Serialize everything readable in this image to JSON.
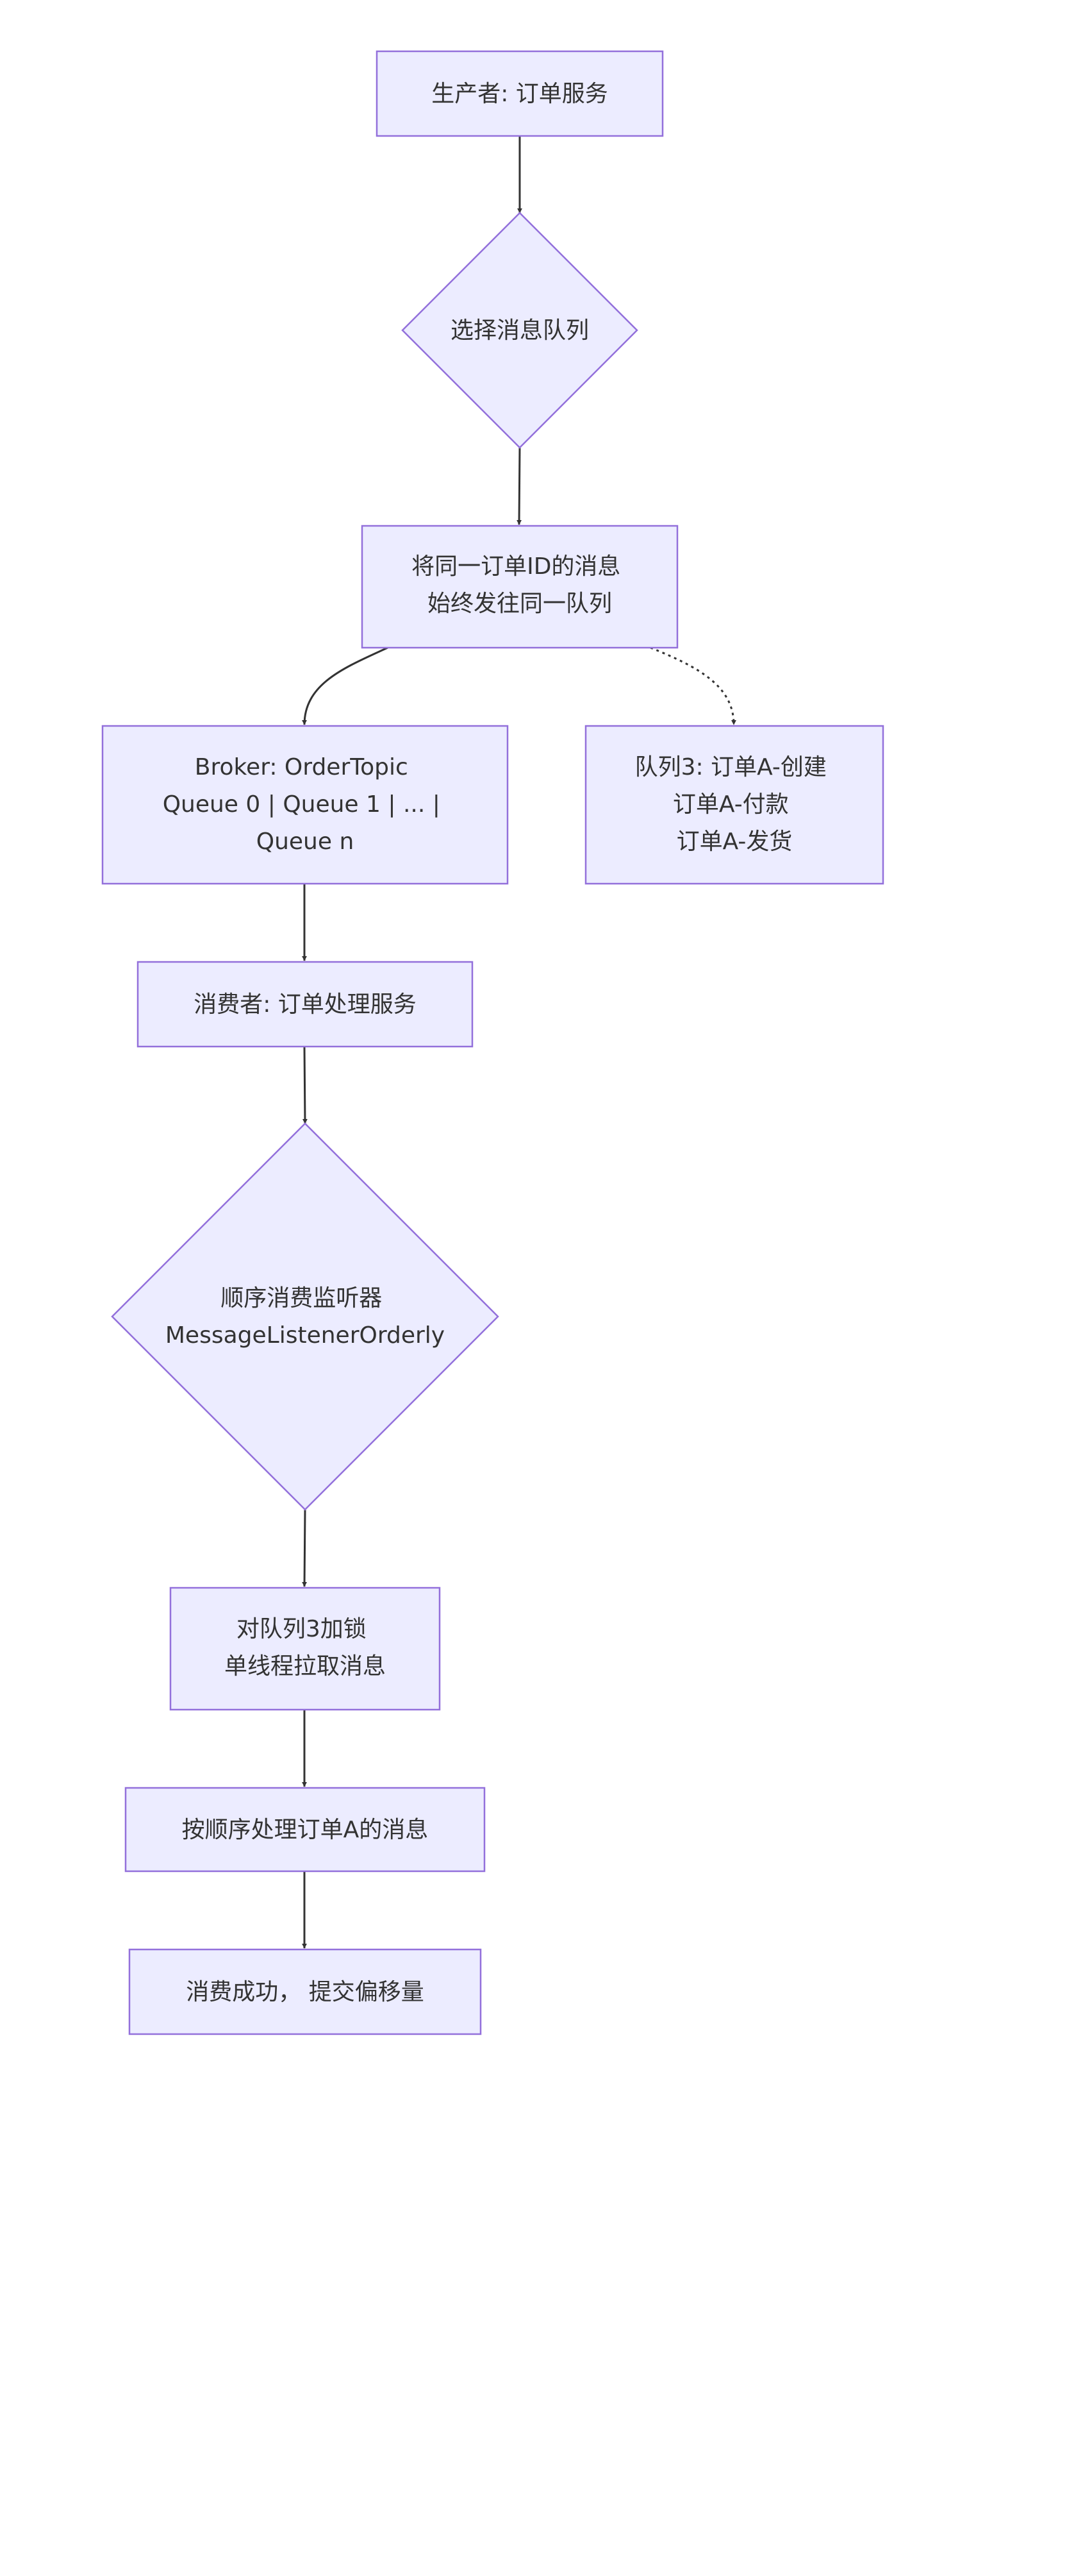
{
  "colors": {
    "node_fill": "#ececff",
    "node_stroke": "#9370db",
    "edge": "#333333",
    "text": "#333333",
    "background": "#ffffff"
  },
  "nodes": {
    "producer": {
      "shape": "rect",
      "lines": [
        "生产者: 订单服务"
      ]
    },
    "select_queue": {
      "shape": "diamond",
      "lines": [
        "选择消息队列"
      ]
    },
    "same_order_rule": {
      "shape": "rect",
      "lines": [
        "将同一订单ID的消息",
        "始终发往同一队列"
      ]
    },
    "broker": {
      "shape": "rect",
      "lines": [
        "Broker: OrderTopic",
        "Queue 0 | Queue 1 | ... |",
        "Queue n"
      ]
    },
    "queue3": {
      "shape": "rect",
      "lines": [
        "队列3: 订单A-创建",
        "订单A-付款",
        "订单A-发货"
      ]
    },
    "consumer": {
      "shape": "rect",
      "lines": [
        "消费者: 订单处理服务"
      ]
    },
    "orderly_listener": {
      "shape": "diamond",
      "lines": [
        "顺序消费监听器",
        "MessageListenerOrderly"
      ]
    },
    "lock_queue": {
      "shape": "rect",
      "lines": [
        "对队列3加锁",
        "单线程拉取消息"
      ]
    },
    "process_in_order": {
      "shape": "rect",
      "lines": [
        "按顺序处理订单A的消息"
      ]
    },
    "commit_offset": {
      "shape": "rect",
      "lines": [
        "消费成功， 提交偏移量"
      ]
    }
  },
  "edges": [
    {
      "from": "producer",
      "to": "select_queue",
      "style": "solid"
    },
    {
      "from": "select_queue",
      "to": "same_order_rule",
      "style": "solid"
    },
    {
      "from": "same_order_rule",
      "to": "broker",
      "style": "solid"
    },
    {
      "from": "same_order_rule",
      "to": "queue3",
      "style": "dotted"
    },
    {
      "from": "broker",
      "to": "consumer",
      "style": "solid"
    },
    {
      "from": "consumer",
      "to": "orderly_listener",
      "style": "solid"
    },
    {
      "from": "orderly_listener",
      "to": "lock_queue",
      "style": "solid"
    },
    {
      "from": "lock_queue",
      "to": "process_in_order",
      "style": "solid"
    },
    {
      "from": "process_in_order",
      "to": "commit_offset",
      "style": "solid"
    }
  ]
}
